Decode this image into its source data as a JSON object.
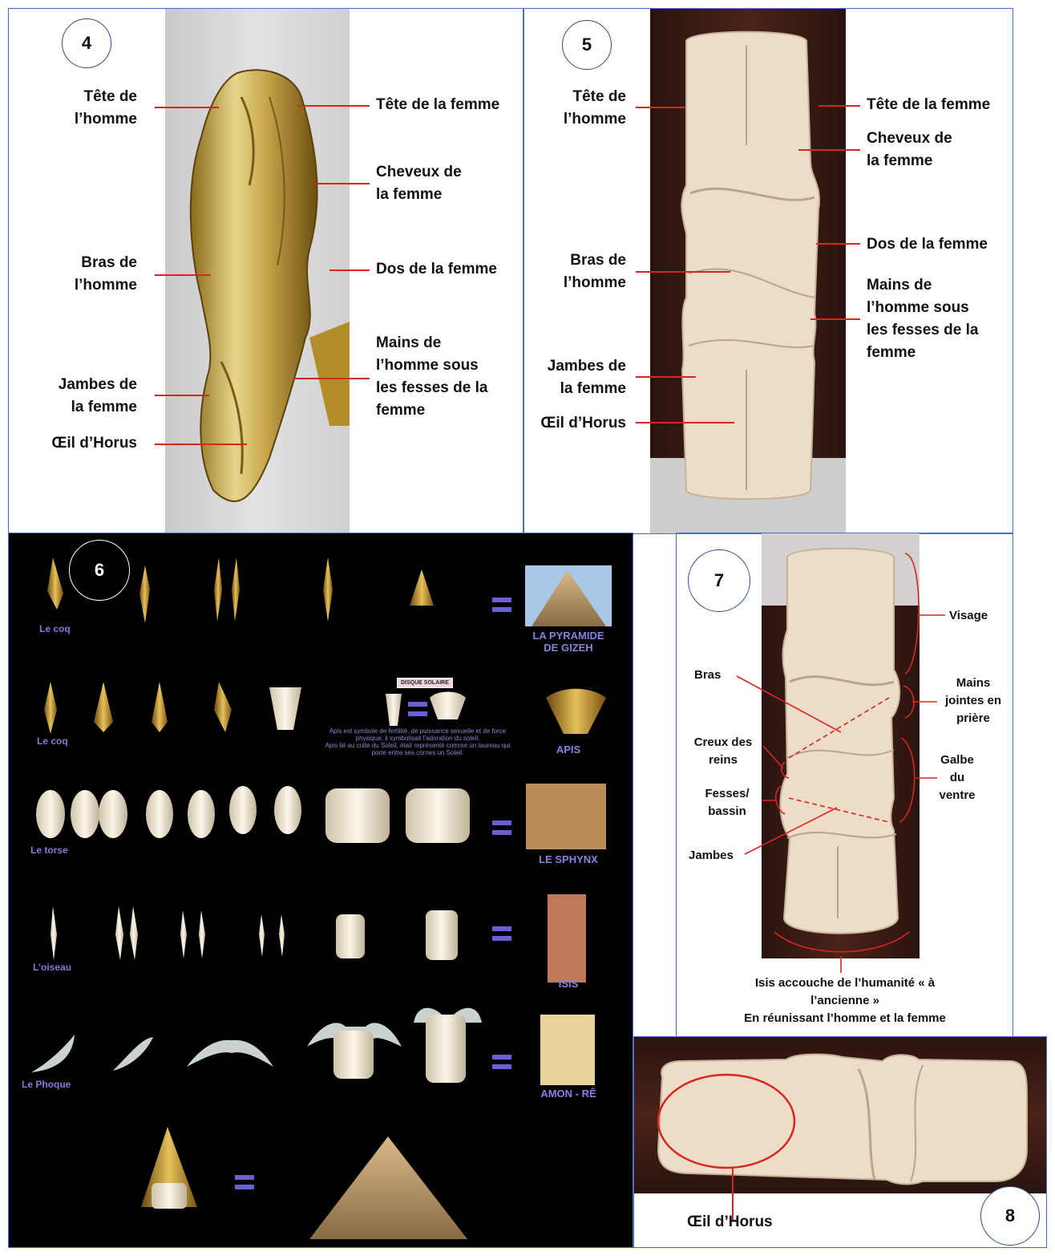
{
  "panel4": {
    "number": "4",
    "labels_left": [
      "Tête de\nl’homme",
      "Bras de\nl’homme",
      "Jambes de\nla femme",
      "Œil d’Horus"
    ],
    "labels_right": [
      "Tête de la femme",
      "Cheveux de\nla femme",
      "Dos de la femme",
      "Mains de\nl’homme sous\nles fesses de la\nfemme"
    ]
  },
  "panel5": {
    "number": "5",
    "labels_left": [
      "Tête de\nl’homme",
      "Bras de\nl’homme",
      "Jambes de\nla femme",
      "Œil d’Horus"
    ],
    "labels_right": [
      "Tête de la femme",
      "Cheveux de\nla femme",
      "Dos de la femme",
      "Mains de\nl’homme sous\nles fesses de la\nfemme"
    ]
  },
  "panel6": {
    "number": "6",
    "rows": [
      {
        "caption": "Le coq",
        "result": "LA PYRAMIDE\nDE GIZEH"
      },
      {
        "caption": "Le coq",
        "result": "APIS",
        "badge": "DISQUE SOLAIRE",
        "description": "Apis est symbole de fertilité, de puissance sexuelle et de force physique, il symbolisait l’adoration du soleil.\nApis lié au culte du Soleil, était représenté comme un taureau qui porte entre ses cornes un Soleil."
      },
      {
        "caption": "Le torse",
        "result": "LE SPHYNX"
      },
      {
        "caption": "L’oiseau",
        "result": "ISIS"
      },
      {
        "caption": "Le Phoque",
        "result": "AMON - RÊ"
      }
    ]
  },
  "panel7": {
    "number": "7",
    "labels": {
      "visage": "Visage",
      "mains": "Mains\njointes en\nprière",
      "galbe": "Galbe\ndu\nventre",
      "bras": "Bras",
      "creux": "Creux des\nreins",
      "fesses": "Fesses/\nbassin",
      "jambes": "Jambes"
    },
    "caption": "Isis accouche de l’humanité « à\nl’ancienne »\nEn réunissant l’homme et la femme"
  },
  "panel8": {
    "number": "8",
    "label": "Œil d’Horus"
  },
  "colors": {
    "border": "#4a72c4",
    "accent_red": "#d9251f",
    "caption_purple": "#7f7dd6"
  }
}
